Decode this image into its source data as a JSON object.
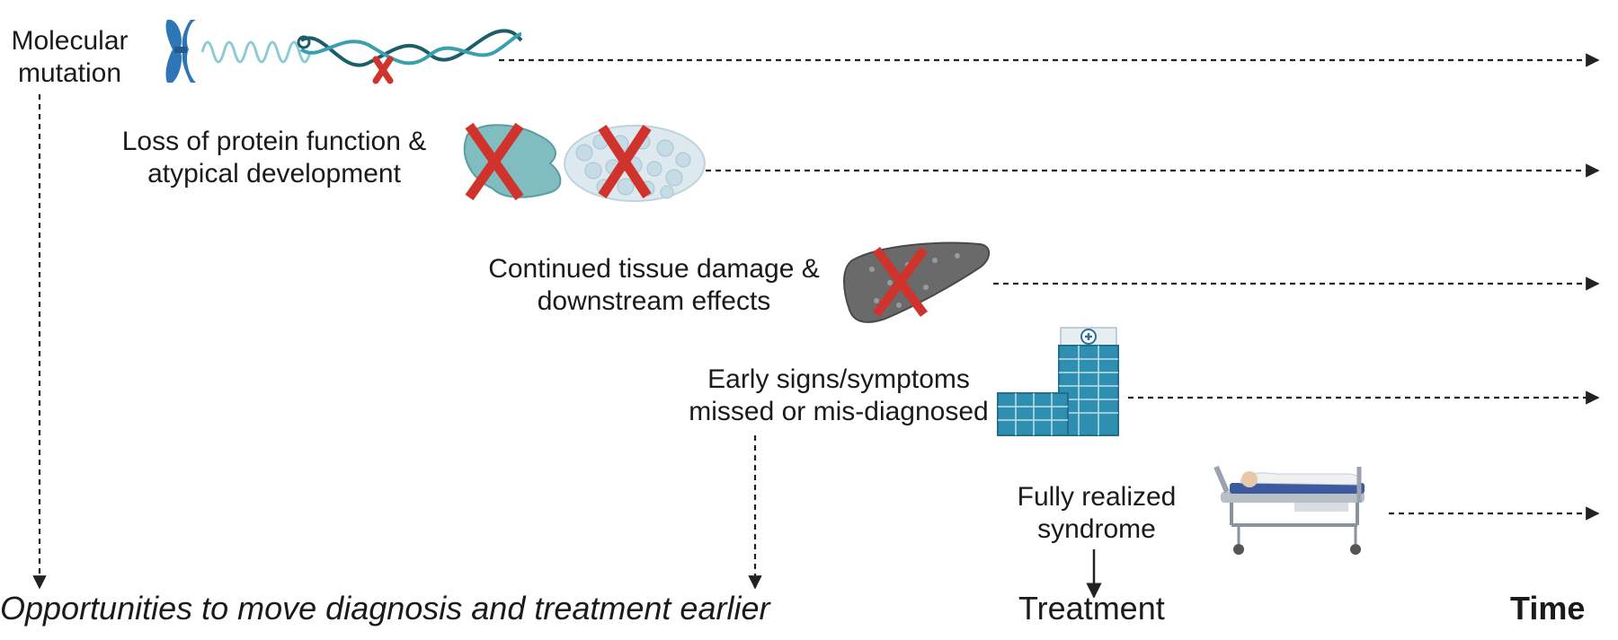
{
  "stages": [
    {
      "label_lines": [
        "Molecular",
        "mutation"
      ],
      "icon": "chromosome-dna-mutation-icon"
    },
    {
      "label_lines": [
        "Loss of protein function &",
        "atypical development"
      ],
      "icon": "protein-cell-loss-icon"
    },
    {
      "label_lines": [
        "Continued tissue damage &",
        "downstream effects"
      ],
      "icon": "damaged-liver-icon"
    },
    {
      "label_lines": [
        "Early signs/symptoms",
        "missed or mis-diagnosed"
      ],
      "icon": "hospital-building-icon"
    },
    {
      "label_lines": [
        "Fully realized",
        "syndrome"
      ],
      "icon": "hospital-bed-patient-icon"
    }
  ],
  "bottom": {
    "opportunities": "Opportunities to move diagnosis and treatment earlier",
    "treatment": "Treatment",
    "time": "Time"
  },
  "colors": {
    "chromosome": "#2f76b6",
    "dna": "#2a7f8a",
    "mark_x": "#d0322c",
    "protein": "#7fbdc0",
    "cells": "#d8e8ef",
    "liver": "#6a6a6a",
    "hospital": "#2f8fb0",
    "arrow": "#222222"
  }
}
